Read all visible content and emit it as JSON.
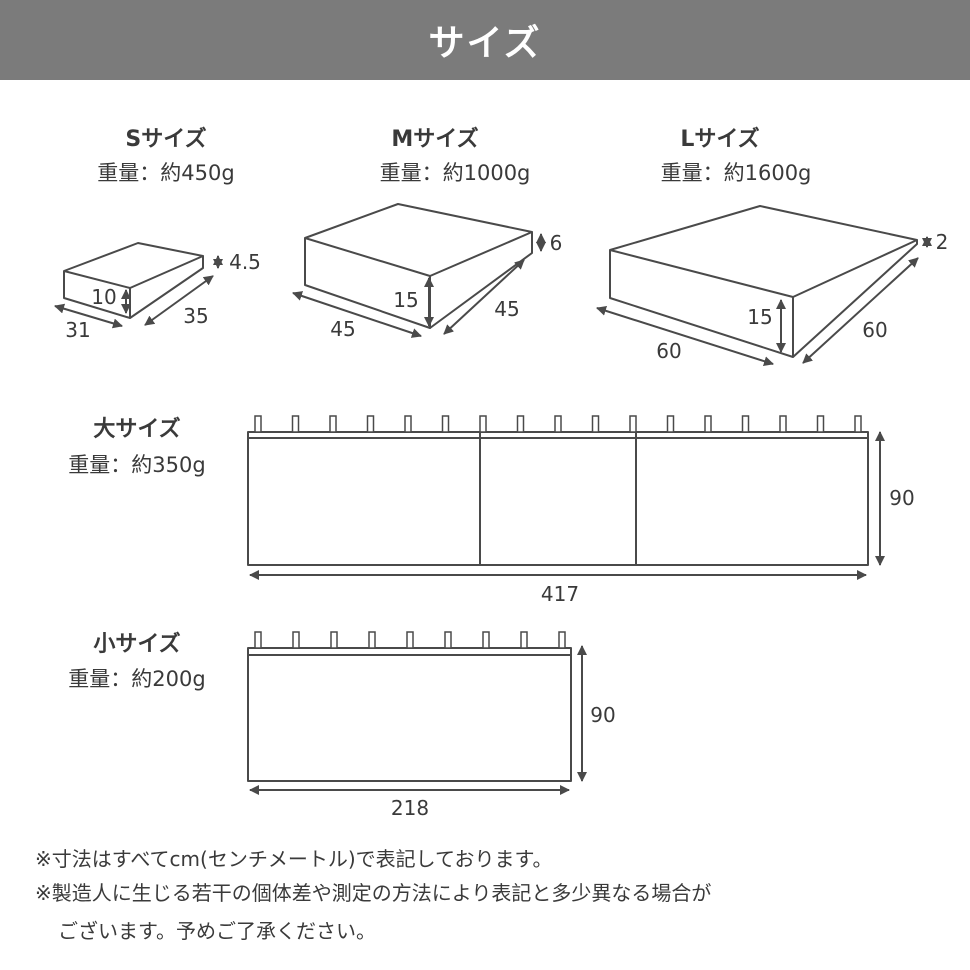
{
  "header": {
    "title": "サイズ"
  },
  "products": [
    {
      "name": "Sサイズ",
      "weight": "重量：約450g",
      "dims": {
        "width": "31",
        "depth": "35",
        "height": "10",
        "low": "4.5"
      }
    },
    {
      "name": "Mサイズ",
      "weight": "重量：約1000g",
      "dims": {
        "width": "45",
        "depth": "45",
        "height": "15",
        "low": "6"
      }
    },
    {
      "name": "Lサイズ",
      "weight": "重量：約1600g",
      "dims": {
        "width": "60",
        "depth": "60",
        "height": "15",
        "low": "2"
      }
    },
    {
      "name": "大サイズ",
      "weight": "重量：約350g",
      "dims": {
        "width": "417",
        "height": "90"
      }
    },
    {
      "name": "小サイズ",
      "weight": "重量：約200g",
      "dims": {
        "width": "218",
        "height": "90"
      }
    }
  ],
  "notes": [
    "※寸法はすべてcm(センチメートル)で表記しております。",
    "※製造人に生じる若干の個体差や測定の方法により表記と多少異なる場合が",
    "ございます。予めご了承ください。"
  ]
}
